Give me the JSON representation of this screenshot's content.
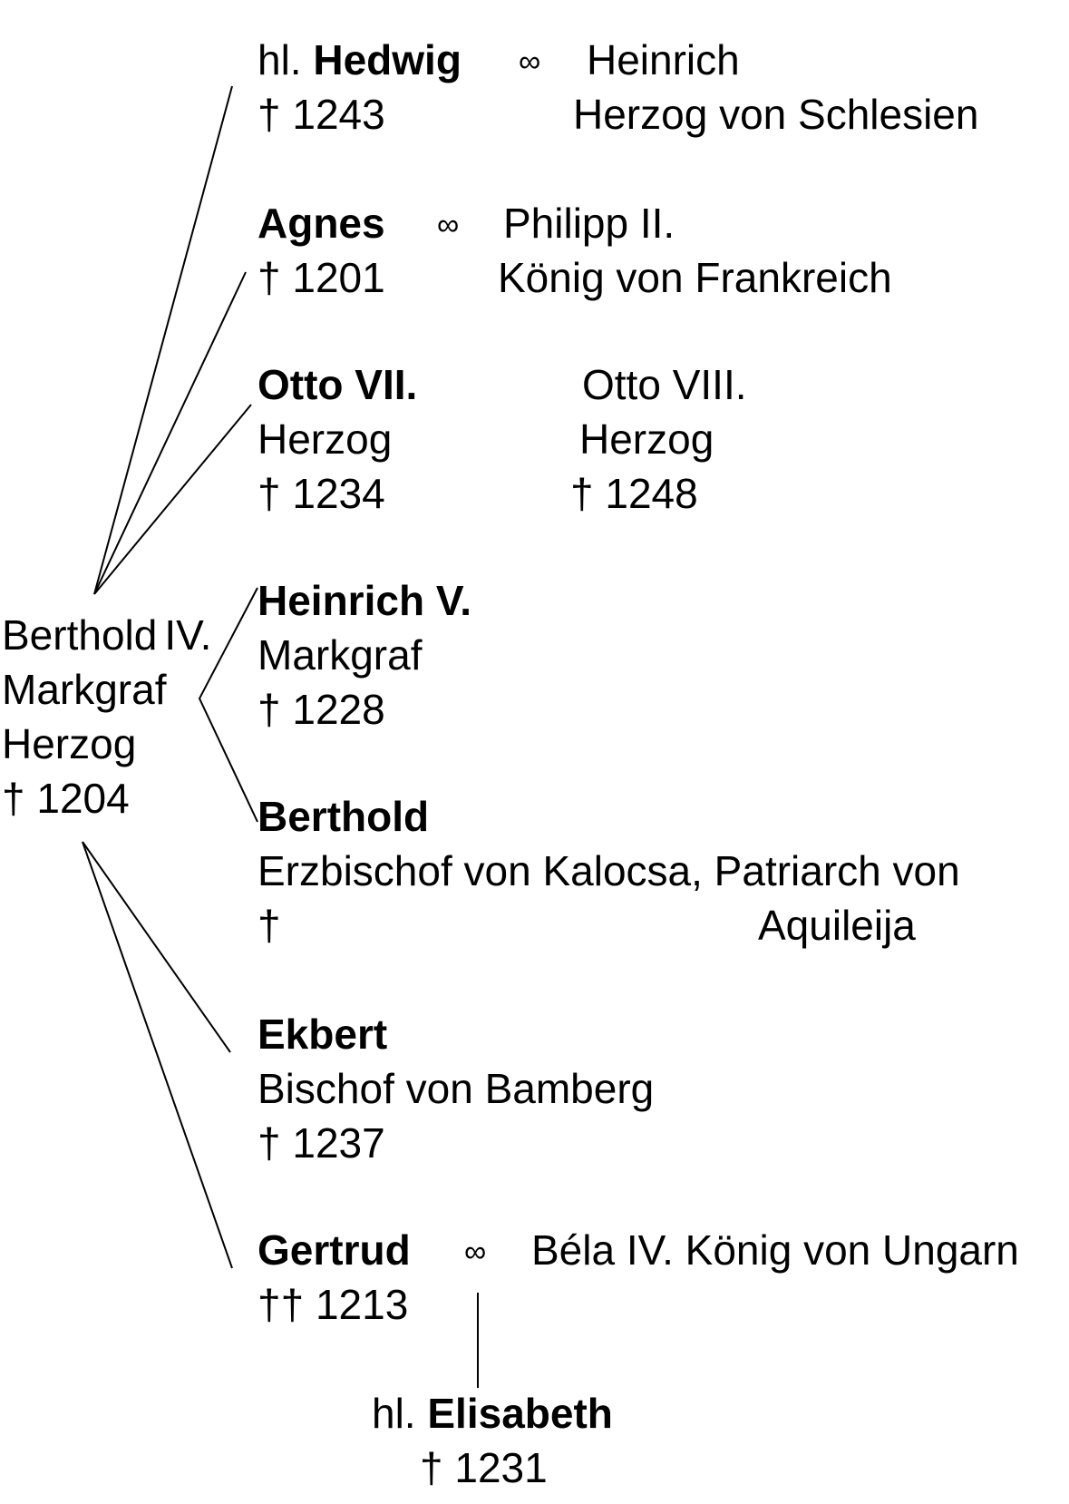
{
  "parent": {
    "name": "Berthold",
    "ordinal": "IV.",
    "title1": "Markgraf",
    "title2": "Herzog",
    "death": "† 1204"
  },
  "children": {
    "hedwig": {
      "prefix": "hl.",
      "name": "Hedwig",
      "marriage": "∞",
      "spouse": "Heinrich",
      "spouse_title": "Herzog von Schlesien",
      "death": "† 1243"
    },
    "agnes": {
      "name": "Agnes",
      "marriage": "∞",
      "spouse": "Philipp II.",
      "spouse_title": "König von Frankreich",
      "death": "† 1201"
    },
    "otto": {
      "name": "Otto VII.",
      "title": "Herzog",
      "death": "† 1234",
      "son": "Otto VIII.",
      "son_title": "Herzog",
      "son_death": "† 1248"
    },
    "heinrich": {
      "name": "Heinrich V.",
      "title": "Markgraf",
      "death": "† 1228"
    },
    "berthold": {
      "name": "Berthold",
      "title": "Erzbischof von Kalocsa, Patriarch von",
      "title_cont": "Aquileija",
      "death": "†"
    },
    "ekbert": {
      "name": "Ekbert",
      "title": "Bischof von Bamberg",
      "death": "† 1237"
    },
    "gertrud": {
      "name": "Gertrud",
      "marriage": "∞",
      "spouse": "Béla IV. König von Ungarn",
      "death": "†† 1213"
    }
  },
  "grandchild": {
    "prefix": "hl.",
    "name": "Elisabeth",
    "death": "† 1231"
  }
}
